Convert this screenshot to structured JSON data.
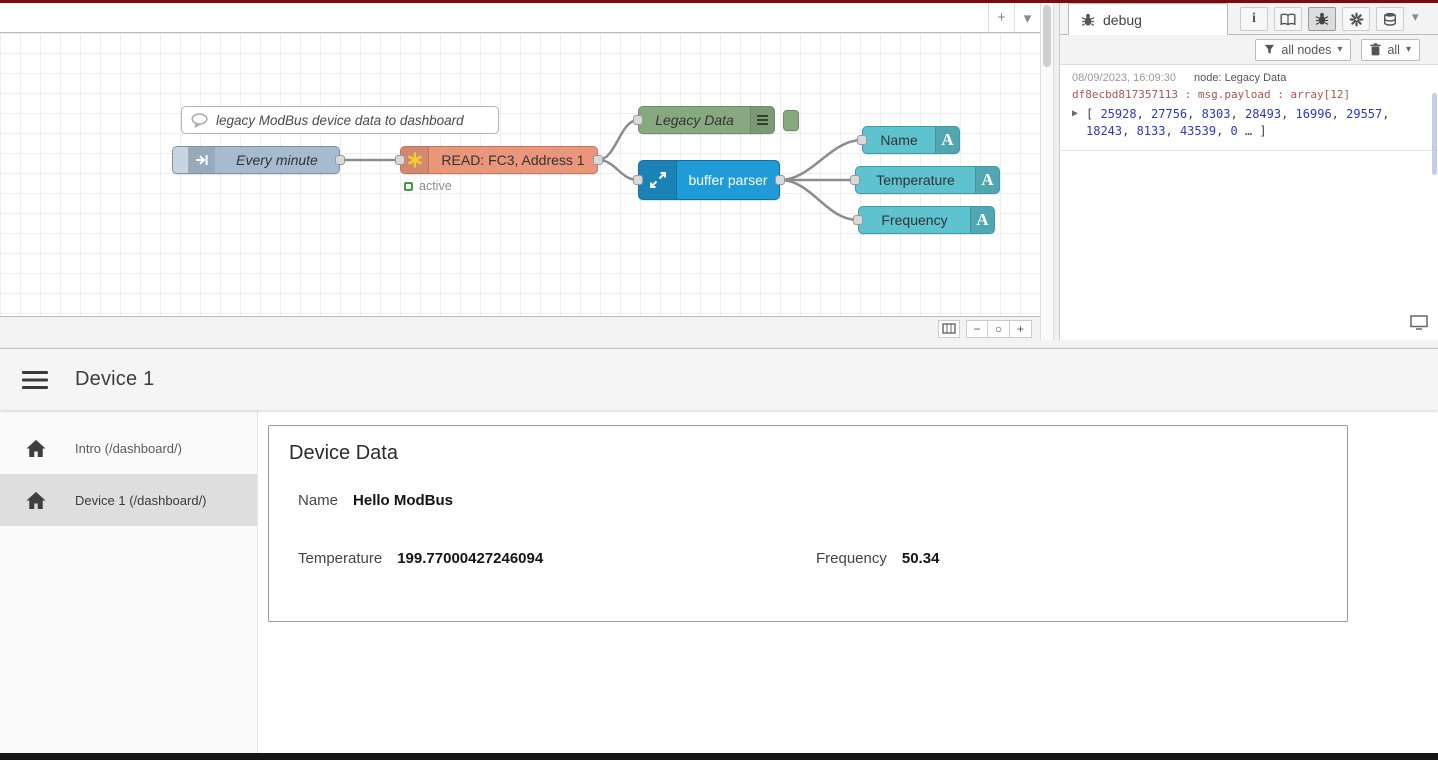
{
  "colors": {
    "accent_red_line": "#7a0c0c",
    "inject_node": "#a6bbcf",
    "modbus_node": "#e9967a",
    "debug_node": "#87a980",
    "parser_node": "#1f9bd7",
    "ui_text_node": "#5ec2cf",
    "wire": "#8c8c8c",
    "debug_number_blue": "#2a38c4",
    "debug_meta_red": "#aa5555"
  },
  "editor": {
    "tabbar": {
      "add": "+",
      "menu": "▾"
    },
    "canvas": {
      "comment_label": "legacy ModBus device data to dashboard",
      "inject_label": "Every minute",
      "modbus_label": "READ: FC3, Address 1",
      "modbus_status": "active",
      "debug_label": "Legacy Data",
      "parser_label": "buffer parser",
      "ui_name_label": "Name",
      "ui_temperature_label": "Temperature",
      "ui_frequency_label": "Frequency",
      "ui_icon_letter": "A"
    },
    "footer": {
      "zoom_out": "−",
      "zoom_reset": "○",
      "zoom_in": "+"
    },
    "sidebar": {
      "tab_label": "debug",
      "filter_button": "all nodes",
      "clear_button": "all",
      "caret": "▾",
      "collapse_caret": "▾",
      "message": {
        "timestamp": "08/09/2023, 16:09:30",
        "node_label": "node: Legacy Data",
        "meta": "df8ecbd817357113 : msg.payload : array[12]",
        "expand_caret": "▶",
        "payload_numbers": [
          25928,
          27756,
          8303,
          28493,
          16996,
          29557,
          18243,
          8133,
          43539,
          0
        ],
        "payload_ellipsis": "…"
      }
    }
  },
  "dashboard": {
    "title": "Device 1",
    "nav": [
      {
        "label": "Intro (/dashboard/)"
      },
      {
        "label": "Device 1 (/dashboard/)"
      }
    ],
    "card": {
      "title": "Device Data",
      "name_label": "Name",
      "name_value": "Hello ModBus",
      "temperature_label": "Temperature",
      "temperature_value": "199.77000427246094",
      "frequency_label": "Frequency",
      "frequency_value": "50.34"
    }
  }
}
